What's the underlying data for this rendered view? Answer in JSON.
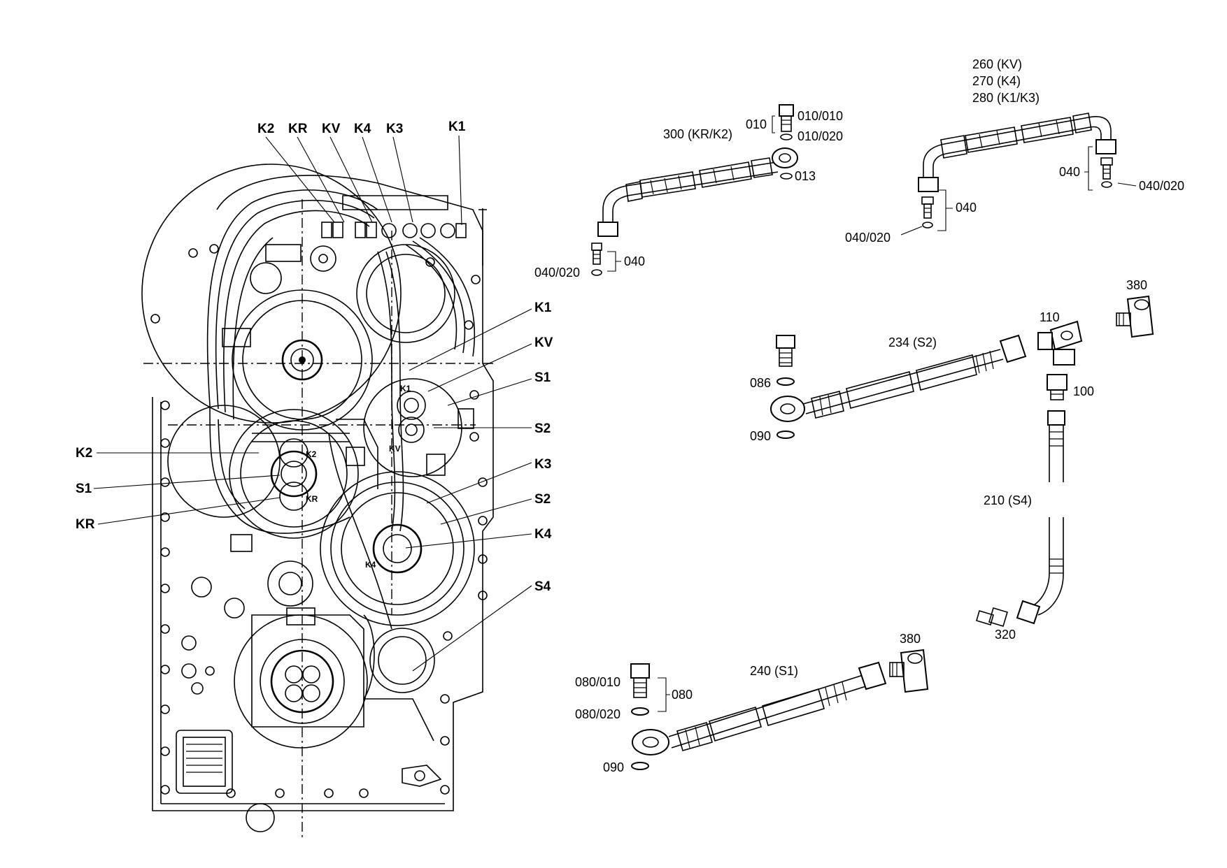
{
  "housing_callouts": {
    "top": [
      "K2",
      "KR",
      "KV",
      "K4",
      "K3",
      "K1"
    ],
    "right": [
      "K1",
      "KV",
      "S1",
      "S2",
      "K3",
      "S2",
      "K4",
      "S4"
    ],
    "left": [
      "K2",
      "S1",
      "KR"
    ],
    "inner": [
      "K2",
      "KR",
      "KV",
      "K1",
      "K4"
    ]
  },
  "hose_300": {
    "label": "300 (KR/K2)",
    "parts": [
      "010",
      "010/010",
      "010/020",
      "013",
      "040",
      "040/020"
    ]
  },
  "hose_260": {
    "labels": [
      "260 (KV)",
      "270 (K4)",
      "280 (K1/K3)"
    ],
    "parts": [
      "040",
      "040/020",
      "040",
      "040/020"
    ]
  },
  "hose_234": {
    "label": "234 (S2)",
    "parts": [
      "086",
      "090",
      "110",
      "100",
      "380"
    ]
  },
  "hose_210": {
    "label": "210 (S4)",
    "parts": [
      "320"
    ]
  },
  "hose_240": {
    "label": "240 (S1)",
    "parts": [
      "380",
      "080/010",
      "080",
      "080/020",
      "090"
    ]
  }
}
